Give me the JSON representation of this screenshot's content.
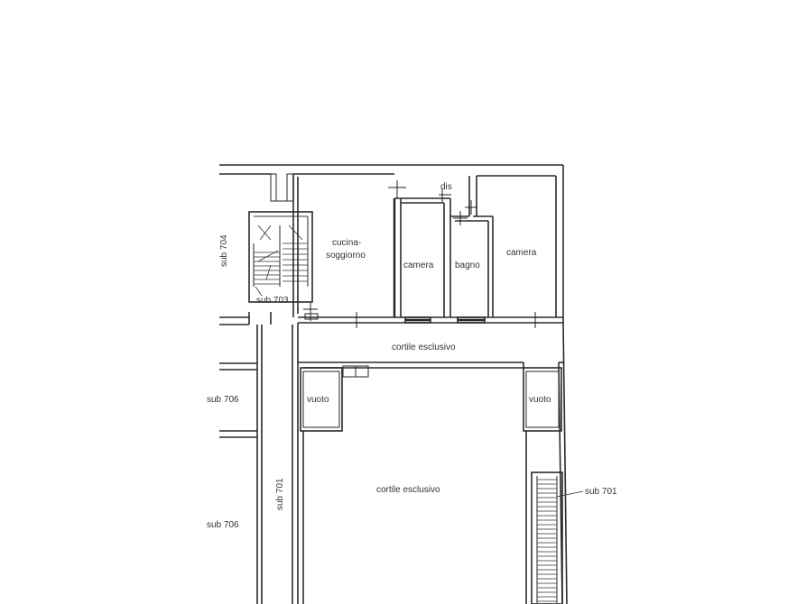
{
  "plan": {
    "rooms": {
      "cucina_line1": "cucina-",
      "cucina_line2": "soggiorno",
      "camera_1": "camera",
      "bagno": "bagno",
      "camera_2": "camera",
      "dis": "dis",
      "cortile_upper": "cortile esclusivo",
      "cortile_lower": "cortile esclusivo",
      "vuoto_left": "vuoto",
      "vuoto_right": "vuoto"
    },
    "subs": {
      "sub_704": "sub 704",
      "sub_703": "sub 703",
      "sub_706_upper": "sub 706",
      "sub_706_lower": "sub 706",
      "sub_701_vertical": "sub 701",
      "sub_701_right": "sub 701"
    }
  }
}
